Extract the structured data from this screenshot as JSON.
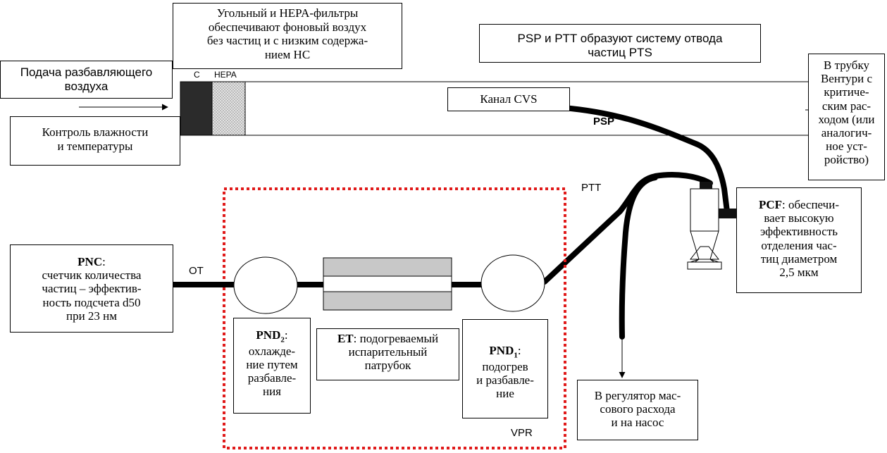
{
  "filters_note": [
    "Угольный и HEPA-фильтры",
    "обеспечивают фоновый воздух",
    "без частиц и с низким содержа-",
    "нием HC"
  ],
  "pts_note": [
    "PSP и PTT образуют систему отвода",
    "частиц PTS"
  ],
  "dilution_air": [
    "Подача разбавляющего",
    "воздуха"
  ],
  "humidity": [
    "Контроль влажности",
    "и температуры"
  ],
  "filter_labels": {
    "c": "C",
    "hepa": "HEPA"
  },
  "cvs": "Канал CVS",
  "psp": "PSP",
  "ptt": "PTT",
  "ot": "OT",
  "vpr": "VPR",
  "venturi": [
    "В трубку",
    "Вентури с",
    "критиче-",
    "ским рас-",
    "ходом (или",
    "аналогич-",
    "ное уст-",
    "ройство)"
  ],
  "pcf": {
    "name": "PCF",
    "text": [
      ": обеспечи-",
      "вает высокую",
      "эффективность",
      "отделения час-",
      "тиц диаметром",
      "2,5 мкм"
    ]
  },
  "pnc": {
    "name": "PNC",
    "text": [
      ":",
      "счетчик количества",
      "частиц – эффектив-",
      "ность подсчета d50",
      "при 23 нм"
    ]
  },
  "pnd2": {
    "name": "PND",
    "sub": "2",
    "text": [
      ":",
      "охлажде-",
      "ние путем",
      "разбавле-",
      "ния"
    ]
  },
  "et": {
    "name": "ET",
    "text": [
      ":  подогреваемый",
      "испарительный",
      "патрубок"
    ]
  },
  "pnd1": {
    "name": "PND",
    "sub": "1",
    "text": [
      ":",
      "подогрев",
      "и разбавле-",
      "ние"
    ]
  },
  "regulator": [
    "В регулятор мас-",
    "сового расхода",
    "и на насос"
  ]
}
